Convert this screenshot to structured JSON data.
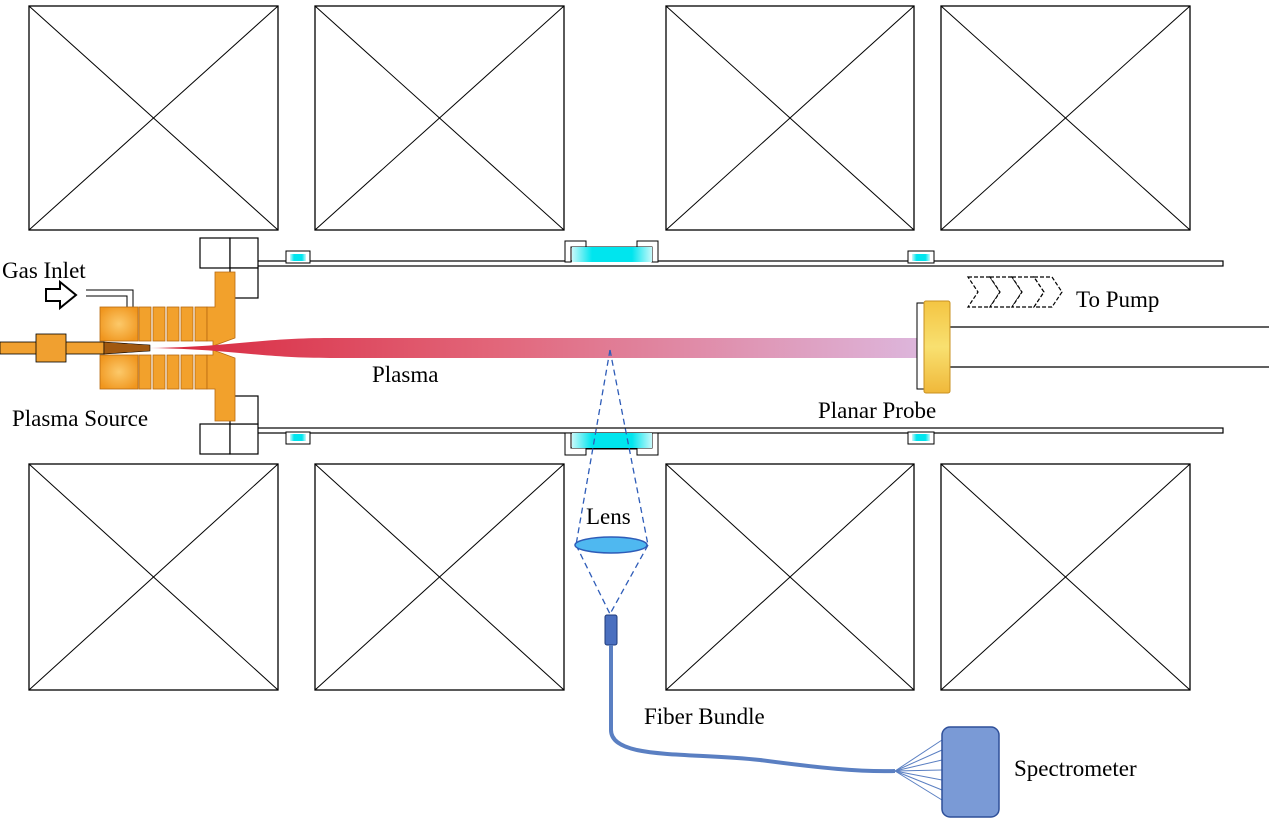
{
  "labels": {
    "gas_inlet": "Gas Inlet",
    "to_pump": "To Pump",
    "plasma": "Plasma",
    "plasma_source": "Plasma Source",
    "planar_probe": "Planar Probe",
    "lens": "Lens",
    "fiber_bundle": "Fiber Bundle",
    "spectrometer": "Spectrometer"
  },
  "colors": {
    "window": "#00e5ee",
    "source_orange": "#f2a12c",
    "plasma_start": "#d8253c",
    "plasma_end": "#ddb6dc",
    "probe": "#f2d24a",
    "lens": "#4fb8f0",
    "fiber": "#5a7fc2",
    "spectrometer": "#7a9ad6"
  }
}
